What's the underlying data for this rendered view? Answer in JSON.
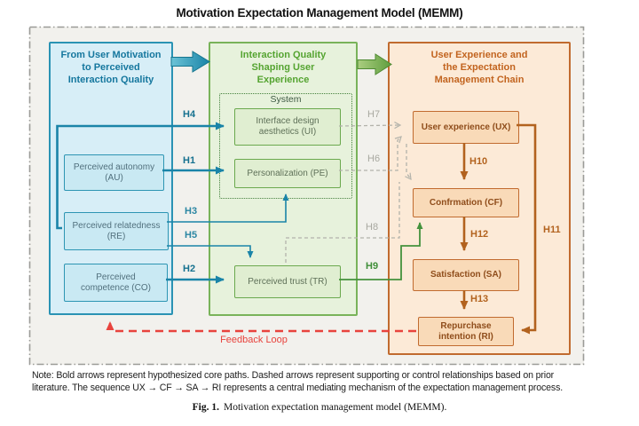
{
  "title": "Motivation Expectation Management Model (MEMM)",
  "panels": {
    "left": {
      "header": "From User Motivation to Perceived Interaction Quality",
      "boxes": [
        {
          "id": "AU",
          "label": "Perceived autonomy (AU)"
        },
        {
          "id": "RE",
          "label": "Perceived relatedness (RE)"
        },
        {
          "id": "CO",
          "label": "Perceived competence (CO)"
        }
      ]
    },
    "middle": {
      "header": "Interaction Quality Shaping User Experience",
      "system_label": "System",
      "boxes": [
        {
          "id": "UI",
          "label": "Interface design aesthetics (UI)"
        },
        {
          "id": "PE",
          "label": "Personalization (PE)"
        },
        {
          "id": "TR",
          "label": "Perceived trust (TR)"
        }
      ]
    },
    "right": {
      "header": "User Experience and the Expectation Management Chain",
      "boxes": [
        {
          "id": "UX",
          "label": "User experience (UX)"
        },
        {
          "id": "CF",
          "label": "Confrmation (CF)"
        },
        {
          "id": "SA",
          "label": "Satisfaction (SA)"
        },
        {
          "id": "RI",
          "label": "Repurchase intention (RI)"
        }
      ]
    }
  },
  "labels": {
    "h1": "H1",
    "h2": "H2",
    "h3": "H3",
    "h4": "H4",
    "h5": "H5",
    "h6": "H6",
    "h7": "H7",
    "h8": "H8",
    "h9": "H9",
    "h10": "H10",
    "h11": "H11",
    "h12": "H12",
    "h13": "H13"
  },
  "feedback_label": "Feedback Loop",
  "note_line1": "Note: Bold arrows represent hypothesized core paths. Dashed arrows represent supporting or control relationships based on prior",
  "note_line2": "literature. The sequence UX → CF → SA → RI represents a central mediating mechanism of the expectation management process.",
  "caption_prefix": "Fig. 1.",
  "caption_text": "Motivation expectation management model (MEMM).",
  "colors": {
    "teal": "#1a84a8",
    "green": "#44923c",
    "orange": "#b2621e",
    "red": "#e8433d",
    "dashed_gray": "#b3b3ab"
  }
}
